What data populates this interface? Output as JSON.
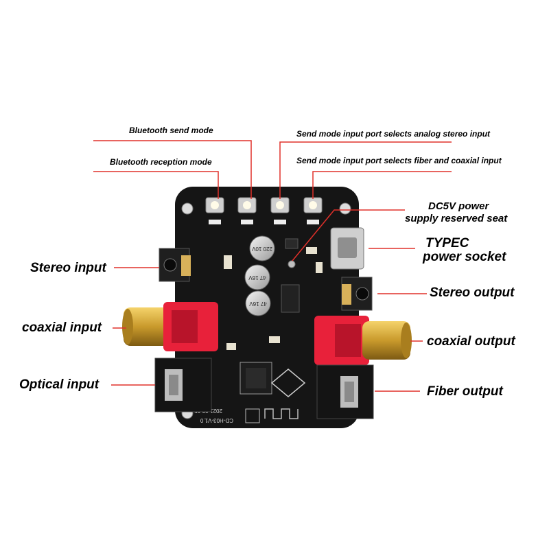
{
  "labels": {
    "bt_send": "Bluetooth send mode",
    "bt_receive": "Bluetooth reception mode",
    "send_analog": "Send mode input port selects analog stereo input",
    "send_fiber": "Send mode input port selects fiber and coaxial input",
    "dc5v_line1": "DC5V power",
    "dc5v_line2": "supply reserved seat",
    "typec_line1": "TYPEC",
    "typec_line2": "power socket",
    "stereo_input": "Stereo input",
    "stereo_output": "Stereo output",
    "coaxial_input": "coaxial input",
    "coaxial_output": "coaxial output",
    "optical_input": "Optical input",
    "fiber_output": "Fiber output"
  },
  "board": {
    "cap1": "220 10V",
    "cap2": "47 16V",
    "cap3": "47 16V",
    "date": "2021-02-25",
    "model": "CD-H03-V1.0"
  },
  "colors": {
    "leader_line": "#e0302a",
    "pcb": "#151515",
    "rca_red": "#e8213a",
    "gold": "#c99a2c"
  }
}
